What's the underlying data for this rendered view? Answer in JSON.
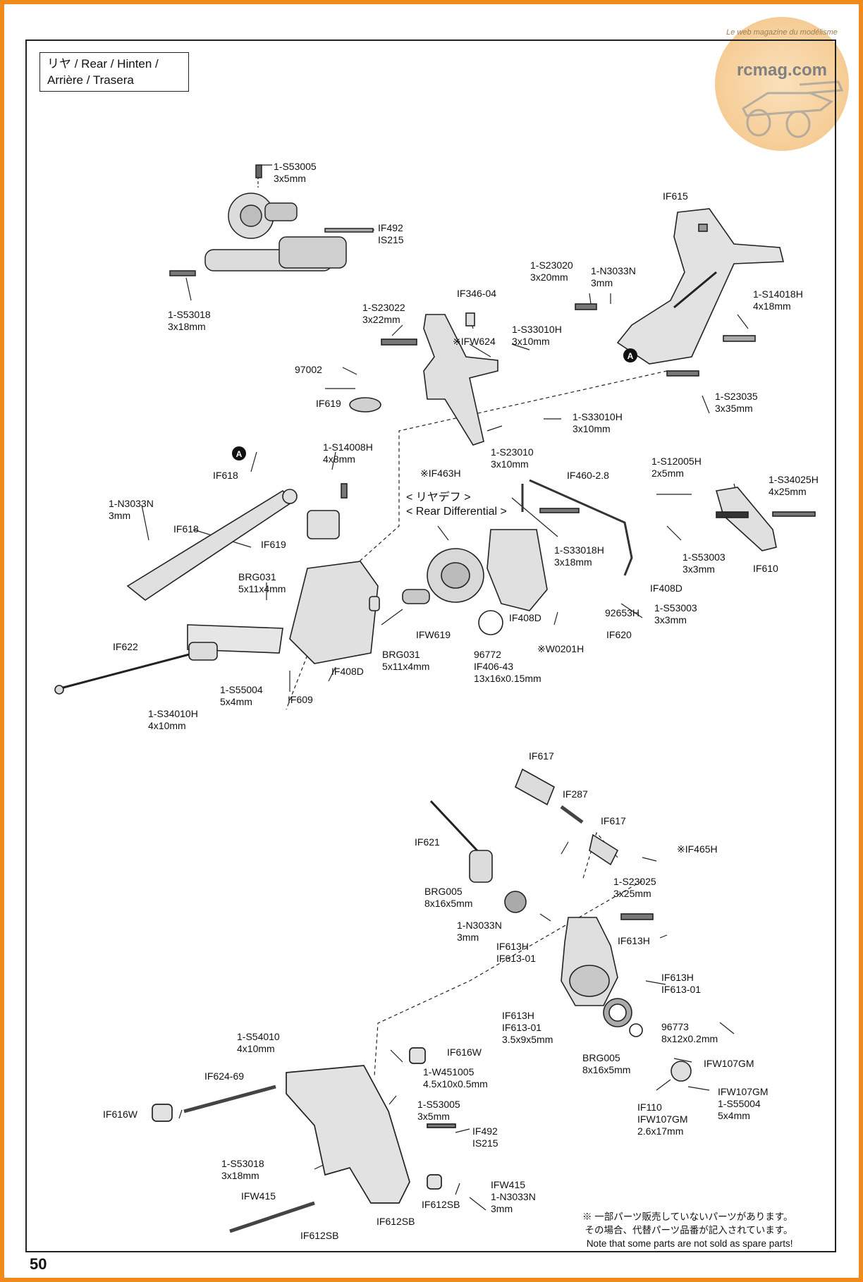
{
  "section": {
    "title_line_1": "リヤ /  Rear / Hinten /",
    "title_line_2": "Arrière / Trasera"
  },
  "watermark": {
    "brand": "rcmag.com",
    "tagline": "Le web magazine du modélisme"
  },
  "differential": {
    "heading_jp": "< リヤデフ >",
    "heading_en": "< Rear Differential >"
  },
  "upper_labels": [
    {
      "part": "1-S53005",
      "size": "3x5mm"
    },
    {
      "part": "IF492",
      "size": "IS215"
    },
    {
      "part": "1-S53018",
      "size": "3x18mm"
    },
    {
      "part": "IF615"
    },
    {
      "part": "1-S23020",
      "size": "3x20mm"
    },
    {
      "part": "1-N3033N",
      "size": "3mm"
    },
    {
      "part": "1-S14018H",
      "size": "4x18mm"
    },
    {
      "part": "IF346-04"
    },
    {
      "part": "1-S23022",
      "size": "3x22mm"
    },
    {
      "part": "1-S33010H",
      "size": "3x10mm"
    },
    {
      "part": "※IFW624"
    },
    {
      "part": "97002"
    },
    {
      "part": "1-S23035",
      "size": "3x35mm"
    },
    {
      "part": "IF619"
    },
    {
      "part": "1-S33010H",
      "size": "3x10mm"
    },
    {
      "part": "1-S14008H",
      "size": "4x8mm"
    },
    {
      "part": "1-S23010",
      "size": "3x10mm"
    },
    {
      "part": "※IF463H"
    },
    {
      "part": "IF618"
    },
    {
      "part": "1-S12005H",
      "size": "2x5mm"
    },
    {
      "part": "IF460-2.8"
    },
    {
      "part": "1-S34025H",
      "size": "4x25mm"
    },
    {
      "part": "1-N3033N",
      "size": "3mm"
    },
    {
      "part": "IF618"
    },
    {
      "part": "IF619"
    },
    {
      "part": "1-S33018H",
      "size": "3x18mm"
    },
    {
      "part": "1-S53003",
      "size": "3x3mm"
    },
    {
      "part": "IF610"
    },
    {
      "part": "BRG031",
      "size": "5x11x4mm"
    },
    {
      "part": "IF408D"
    },
    {
      "part": "1-S53003",
      "size": "3x3mm"
    },
    {
      "part": "92653H"
    },
    {
      "part": "IF408D"
    },
    {
      "part": "IFW619"
    },
    {
      "part": "IF620"
    },
    {
      "part": "IF622"
    },
    {
      "part": "BRG031",
      "size": "5x11x4mm"
    },
    {
      "part": "96772",
      "part2": "IF406-43",
      "size": "13x16x0.15mm"
    },
    {
      "part": "※W0201H"
    },
    {
      "part": "IF408D"
    },
    {
      "part": "1-S55004",
      "size": "5x4mm"
    },
    {
      "part": "IF609"
    },
    {
      "part": "1-S34010H",
      "size": "4x10mm"
    }
  ],
  "lower_labels": [
    {
      "part": "IF617"
    },
    {
      "part": "IF287"
    },
    {
      "part": "IF617"
    },
    {
      "part": "IF621"
    },
    {
      "part": "※IF465H"
    },
    {
      "part": "1-S23025",
      "size": "3x25mm"
    },
    {
      "part": "BRG005",
      "size": "8x16x5mm"
    },
    {
      "part": "1-N3033N",
      "size": "3mm"
    },
    {
      "part": "IF613H"
    },
    {
      "part": "IF613H",
      "part2": "IF613-01"
    },
    {
      "part": "IF613H",
      "part2": "IF613-01"
    },
    {
      "part": "IF613H",
      "part2": "IF613-01",
      "size": "3.5x9x5mm"
    },
    {
      "part": "96773",
      "size": "8x12x0.2mm"
    },
    {
      "part": "1-S54010",
      "size": "4x10mm"
    },
    {
      "part": "IF616W"
    },
    {
      "part": "BRG005",
      "size": "8x16x5mm"
    },
    {
      "part": "IFW107GM"
    },
    {
      "part": "1-W451005",
      "size": "4.5x10x0.5mm"
    },
    {
      "part": "IF624-69"
    },
    {
      "part": "IFW107GM",
      "part2": "1-S55004",
      "size": "5x4mm"
    },
    {
      "part": "1-S53005",
      "size": "3x5mm"
    },
    {
      "part": "IF110",
      "part2": "IFW107GM",
      "size": "2.6x17mm"
    },
    {
      "part": "IF616W"
    },
    {
      "part": "IF492",
      "size": "IS215"
    },
    {
      "part": "1-S53018",
      "size": "3x18mm"
    },
    {
      "part": "IFW415",
      "part2": "1-N3033N",
      "size": "3mm"
    },
    {
      "part": "IFW415"
    },
    {
      "part": "IF612SB"
    },
    {
      "part": "IF612SB"
    },
    {
      "part": "IF612SB"
    }
  ],
  "footnote": {
    "line_1": "※ 一部パーツ販売していないパーツがあります。",
    "line_2": "その場合、代替パーツ品番が記入されています。",
    "line_3": "Note that some parts are not sold as spare parts!"
  },
  "page": {
    "number": "50"
  }
}
